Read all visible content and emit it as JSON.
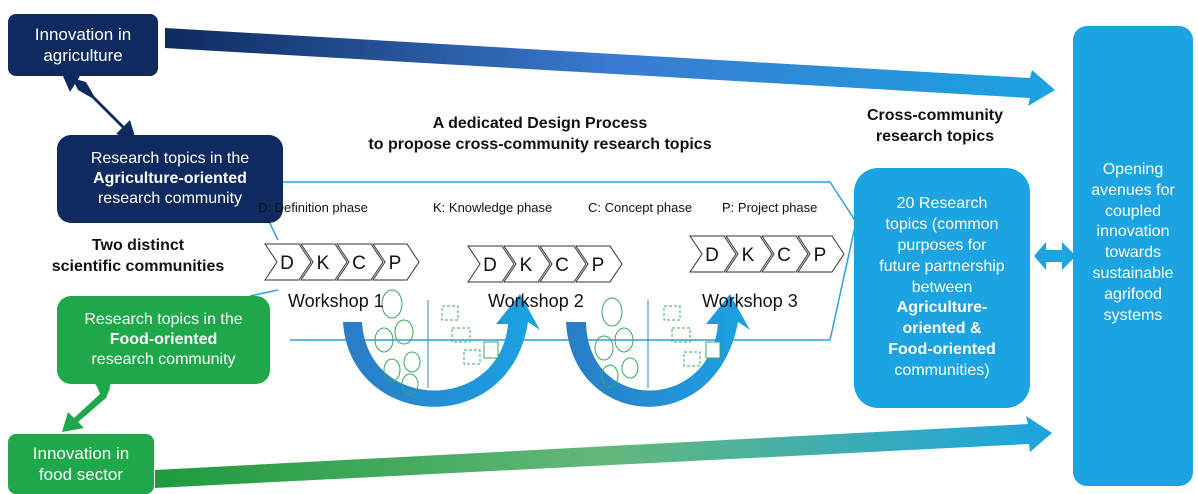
{
  "boxes": {
    "innovation_agri": [
      "Innovation in",
      "agriculture"
    ],
    "research_agri": [
      "Research topics in the",
      "Agriculture-oriented",
      "research community"
    ],
    "research_food": [
      "Research topics in the",
      "Food-oriented",
      "research community"
    ],
    "innovation_food": [
      "Innovation in",
      "food sector"
    ],
    "twenty_topics": [
      "20 Research",
      "topics (common",
      "purposes for",
      "future partnership",
      "between",
      "Agriculture-",
      "oriented &",
      "Food-oriented",
      "communities)"
    ],
    "opening": [
      "Opening",
      "avenues for",
      "coupled",
      "innovation",
      "towards",
      "sustainable",
      "agrifood",
      "systems"
    ]
  },
  "labels": {
    "design_process": [
      "A dedicated Design Process",
      "to propose cross-community research topics"
    ],
    "cross_community": [
      "Cross-community",
      "research topics"
    ],
    "two_distinct": [
      "Two distinct",
      "scientific communities"
    ]
  },
  "phases": [
    "D: Definition phase",
    "K: Knowledge phase",
    "C: Concept phase",
    "P: Project phase"
  ],
  "chevron_letters": [
    "D",
    "K",
    "C",
    "P"
  ],
  "workshops": [
    "Workshop 1",
    "Workshop 2",
    "Workshop 3"
  ],
  "colors": {
    "navy": "#0e2a5e",
    "green": "#1fa84a",
    "blue": "#1ba3e2",
    "arrow_top_start": "#0e2a5e",
    "arrow_bottom_start": "#1f9a3e"
  }
}
